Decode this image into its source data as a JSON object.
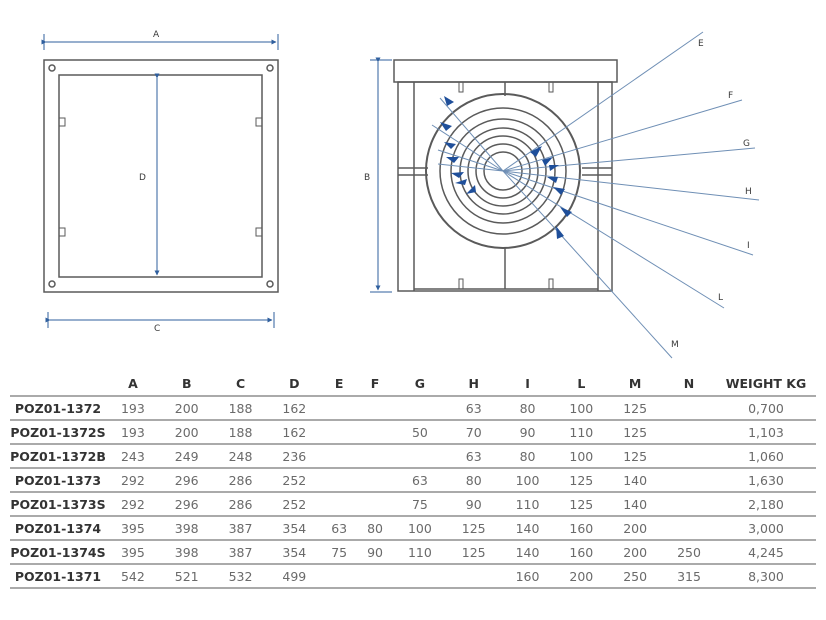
{
  "drawing": {
    "front_labels": {
      "a": "A",
      "c": "C",
      "d": "D"
    },
    "side_labels": {
      "b": "B",
      "e": "E",
      "f": "F",
      "g": "G",
      "h": "H",
      "i": "I",
      "l": "L",
      "m": "M"
    },
    "colors": {
      "line": "#5a5a5a",
      "dimension": "#2f5f9e",
      "leader": "#6f8fb5",
      "arrow": "#1f4f9a"
    }
  },
  "table": {
    "headers": [
      "",
      "A",
      "B",
      "C",
      "D",
      "E",
      "F",
      "G",
      "H",
      "I",
      "L",
      "M",
      "N",
      "WEIGHT KG"
    ],
    "rows": [
      [
        "POZ01-1372",
        "193",
        "200",
        "188",
        "162",
        "",
        "",
        "",
        "63",
        "80",
        "100",
        "125",
        "",
        "0,700"
      ],
      [
        "POZ01-1372S",
        "193",
        "200",
        "188",
        "162",
        "",
        "",
        "50",
        "70",
        "90",
        "110",
        "125",
        "",
        "1,103"
      ],
      [
        "POZ01-1372B",
        "243",
        "249",
        "248",
        "236",
        "",
        "",
        "",
        "63",
        "80",
        "100",
        "125",
        "",
        "1,060"
      ],
      [
        "POZ01-1373",
        "292",
        "296",
        "286",
        "252",
        "",
        "",
        "63",
        "80",
        "100",
        "125",
        "140",
        "",
        "1,630"
      ],
      [
        "POZ01-1373S",
        "292",
        "296",
        "286",
        "252",
        "",
        "",
        "75",
        "90",
        "110",
        "125",
        "140",
        "",
        "2,180"
      ],
      [
        "POZ01-1374",
        "395",
        "398",
        "387",
        "354",
        "63",
        "80",
        "100",
        "125",
        "140",
        "160",
        "200",
        "",
        "3,000"
      ],
      [
        "POZ01-1374S",
        "395",
        "398",
        "387",
        "354",
        "75",
        "90",
        "110",
        "125",
        "140",
        "160",
        "200",
        "250",
        "4,245"
      ],
      [
        "POZ01-1371",
        "542",
        "521",
        "532",
        "499",
        "",
        "",
        "",
        "",
        "160",
        "200",
        "250",
        "315",
        "8,300"
      ]
    ]
  }
}
